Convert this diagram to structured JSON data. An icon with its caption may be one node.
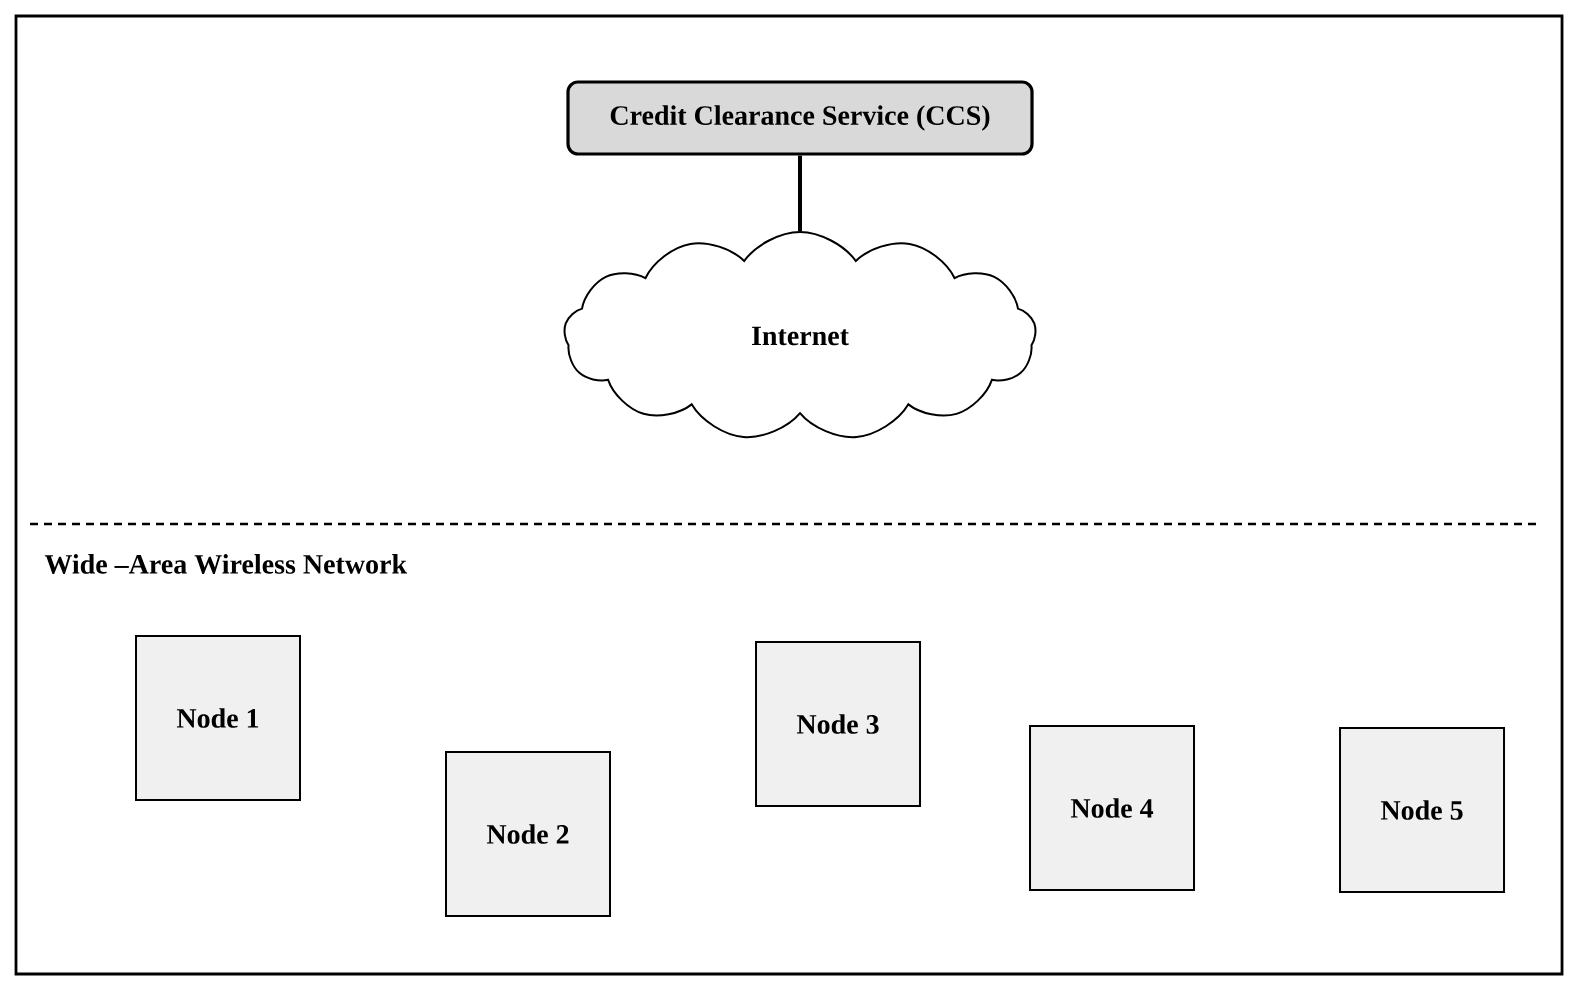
{
  "diagram": {
    "nodes": [
      {
        "text": [
          "Credit Clearance Service (CCS)"
        ]
      },
      {
        "text": [
          "Internet"
        ]
      },
      {
        "text": [
          "Node 1"
        ]
      },
      {
        "text": [
          "Node 2"
        ]
      },
      {
        "text": [
          "Node 3"
        ]
      },
      {
        "text": [
          "Node 4"
        ]
      },
      {
        "text": [
          "Node 5"
        ]
      }
    ],
    "edges": [
      {
        "from": 0,
        "to": 1,
        "arrow": "none"
      }
    ],
    "labels": [
      "Wide –Area Wireless Network"
    ]
  }
}
